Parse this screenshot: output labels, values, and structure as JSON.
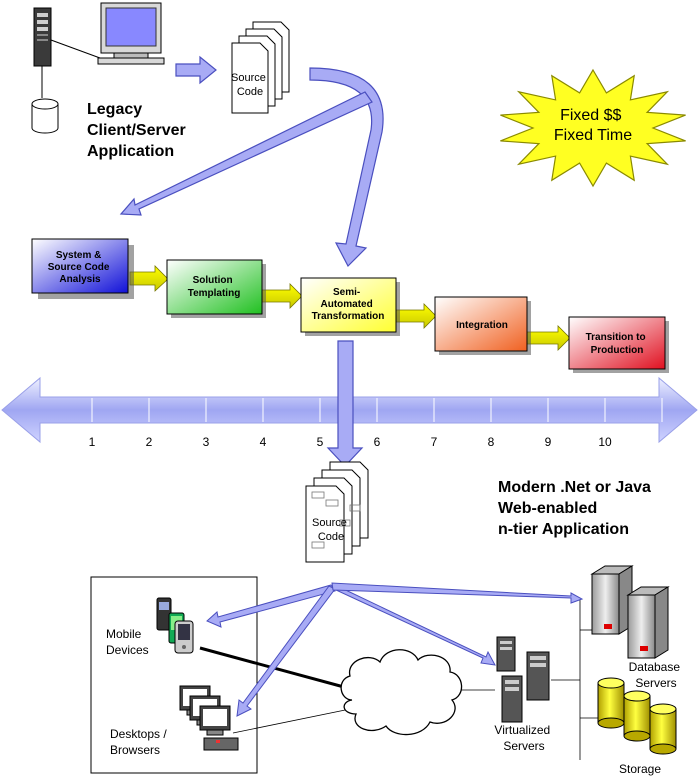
{
  "legacy": {
    "title_lines": [
      "Legacy",
      "Client/Server",
      "Application"
    ],
    "source_code_lines": [
      "Source",
      "Code"
    ]
  },
  "callout": {
    "lines": [
      "Fixed $$",
      "Fixed Time"
    ]
  },
  "process_steps": [
    {
      "lines": [
        "System &",
        "Source Code",
        "Analysis"
      ]
    },
    {
      "lines": [
        "Solution",
        "Templating"
      ]
    },
    {
      "lines": [
        "Semi-",
        "Automated",
        "Transformation"
      ]
    },
    {
      "lines": [
        "Integration"
      ]
    },
    {
      "lines": [
        "Transition to",
        "Production"
      ]
    }
  ],
  "timeline": {
    "ticks": [
      "1",
      "2",
      "3",
      "4",
      "5",
      "6",
      "7",
      "8",
      "9",
      "10"
    ]
  },
  "modern": {
    "title_lines": [
      "Modern .Net or Java",
      "Web-enabled",
      "n-tier Application"
    ],
    "source_code_lines": [
      "Source",
      "Code"
    ]
  },
  "clients": {
    "mobile_lines": [
      "Mobile",
      "Devices"
    ],
    "desktop_lines": [
      "Desktops /",
      "Browsers"
    ]
  },
  "servers": {
    "virtualized_lines": [
      "Virtualized",
      "Servers"
    ],
    "database_lines": [
      "Database",
      "Servers"
    ],
    "storage_label": "Storage"
  }
}
